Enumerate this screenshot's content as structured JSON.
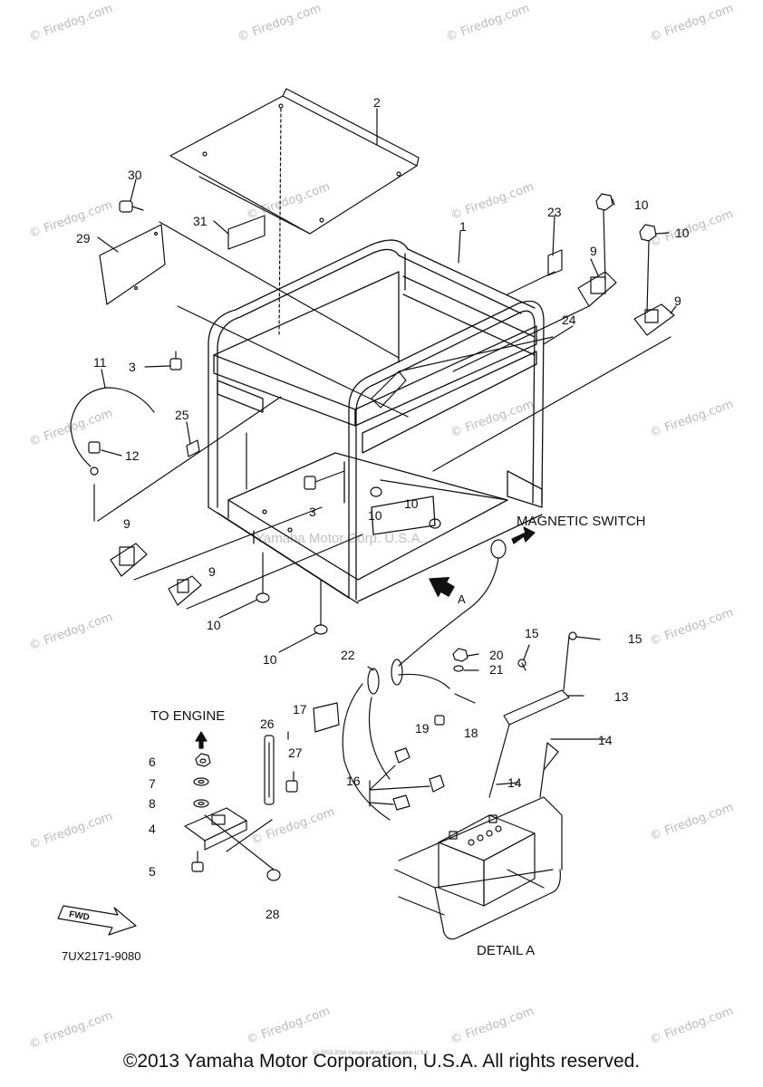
{
  "watermark_text": "© Firedog.com",
  "center_watermark": "Yamaha Motor Corp. U.S.A.",
  "callouts": [
    "1",
    "2",
    "3",
    "3",
    "4",
    "5",
    "6",
    "7",
    "8",
    "9",
    "9",
    "9",
    "9",
    "10",
    "10",
    "10",
    "10",
    "10",
    "10",
    "10",
    "11",
    "12",
    "13",
    "14",
    "14",
    "15",
    "15",
    "16",
    "17",
    "18",
    "19",
    "20",
    "21",
    "22",
    "23",
    "24",
    "25",
    "26",
    "27",
    "28",
    "29",
    "30",
    "31"
  ],
  "labels": {
    "magnetic_switch": "MAGNETIC SWITCH",
    "view_a": "A",
    "to_engine": "TO ENGINE",
    "detail_a": "DETAIL A",
    "fwd": "FWD"
  },
  "diagram_code": "7UX2171-9080",
  "micro_text": "(c) 2003-2016 Yamaha Motor Corporation U.S.A.",
  "copyright": "©2013 Yamaha Motor Corporation, U.S.A. All rights reserved."
}
